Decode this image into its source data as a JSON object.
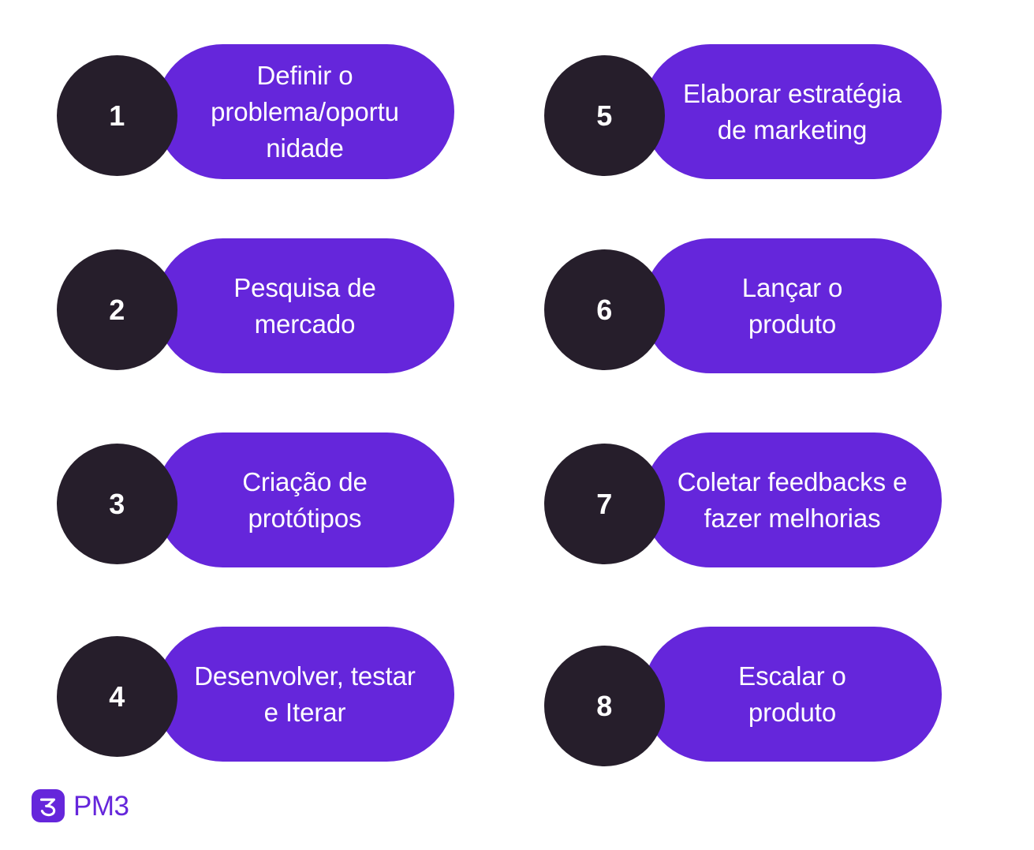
{
  "colors": {
    "background": "#FFFFFF",
    "accent_purple": "#6526DB",
    "badge_dark": "#261E2B",
    "text_on_accent": "#FFFFFF",
    "brand_purple": "#6526DB"
  },
  "steps": [
    {
      "number": "1",
      "label": "Definir o\nproblema/oportu\nnidade"
    },
    {
      "number": "2",
      "label": "Pesquisa de\nmercado"
    },
    {
      "number": "3",
      "label": "Criação de\nprotótipos"
    },
    {
      "number": "4",
      "label": "Desenvolver, testar\ne Iterar"
    },
    {
      "number": "5",
      "label": "Elaborar estratégia\nde marketing"
    },
    {
      "number": "6",
      "label": "Lançar o\nproduto"
    },
    {
      "number": "7",
      "label": "Coletar feedbacks e\nfazer melhorias"
    },
    {
      "number": "8",
      "label": "Escalar o\nproduto"
    }
  ],
  "footer": {
    "logo_mark_name": "pm3-logo-mark",
    "logo_glyph": "3",
    "wordmark": "PM3"
  }
}
